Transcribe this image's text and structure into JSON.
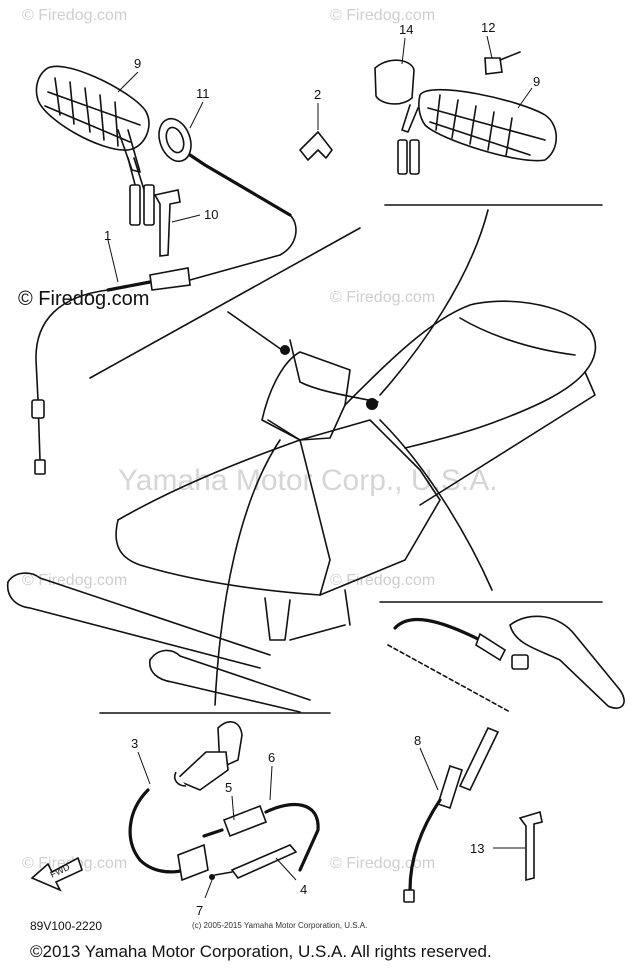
{
  "watermark": {
    "main": "© Firedog.com",
    "repeat": "© Firedog.com",
    "overlay": "Yamaha Motor Corp., U.S.A."
  },
  "parts": [
    {
      "no": "1"
    },
    {
      "no": "2"
    },
    {
      "no": "3"
    },
    {
      "no": "4"
    },
    {
      "no": "5"
    },
    {
      "no": "6"
    },
    {
      "no": "7"
    },
    {
      "no": "8"
    },
    {
      "no": "9"
    },
    {
      "no": "9"
    },
    {
      "no": "10"
    },
    {
      "no": "11"
    },
    {
      "no": "12"
    },
    {
      "no": "13"
    },
    {
      "no": "14"
    }
  ],
  "fwd_label": "FWD",
  "diagram_code": "89V100-2220",
  "small_copyright": "(c) 2005-2015 Yamaha Motor Corporation, U.S.A.",
  "footer": "©2013 Yamaha Motor Corporation, U.S.A. All rights reserved."
}
